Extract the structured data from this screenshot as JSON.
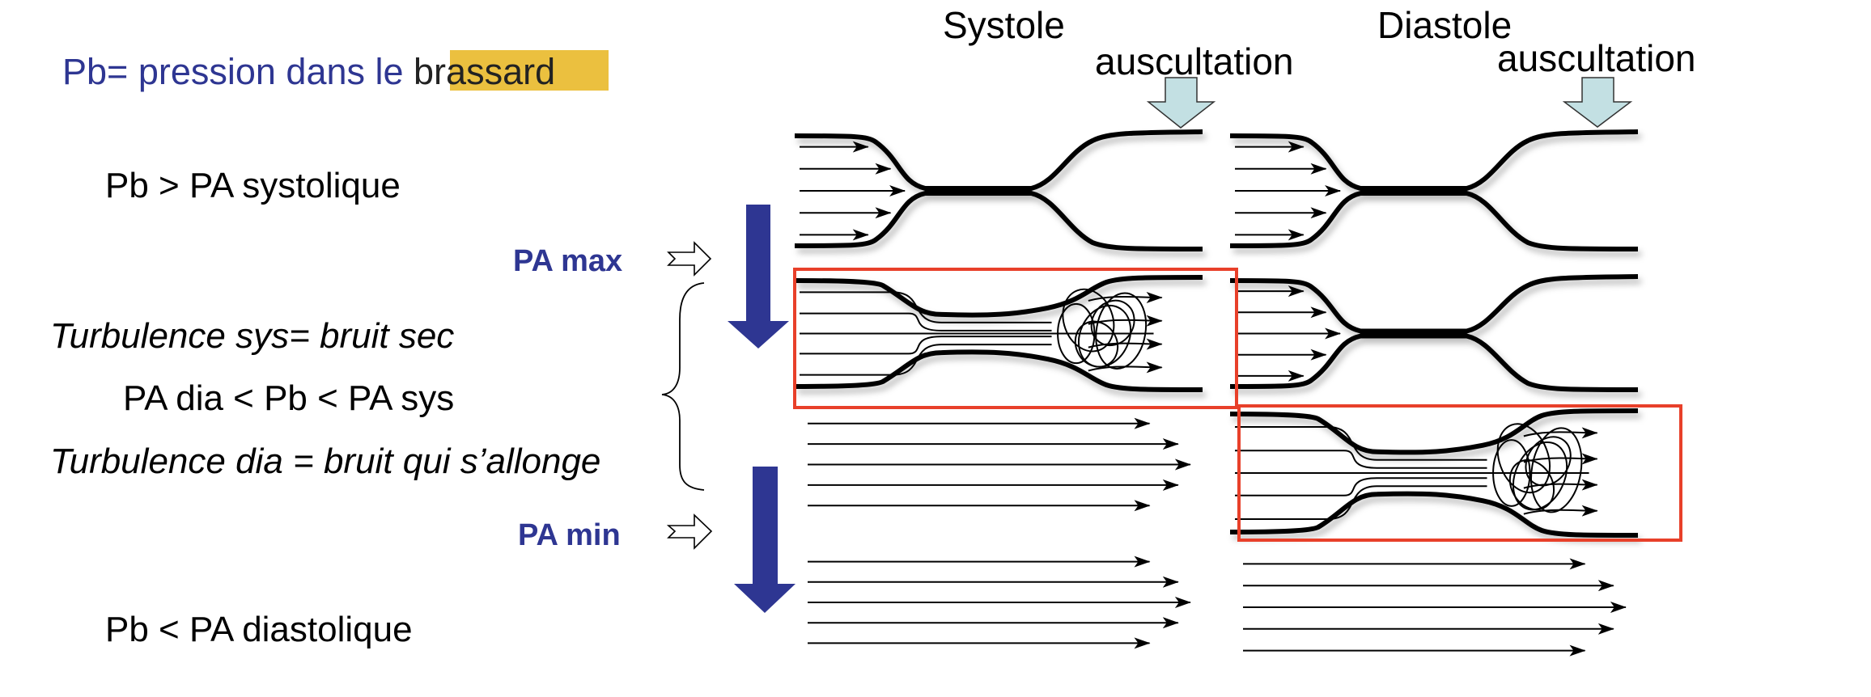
{
  "title": {
    "prefix": "Pb= pression dans le ",
    "highlight": "brassard"
  },
  "colors": {
    "blue": "#2E3692",
    "highlight": "#EBC03F",
    "red_box": "#E8402A",
    "ausc_arrow": "#C3E0E3",
    "text": "#000000"
  },
  "columns": {
    "systole": {
      "label": "Systole",
      "auscultation": "auscultation"
    },
    "diastole": {
      "label": "Diastole",
      "auscultation": "auscultation"
    }
  },
  "left_labels": {
    "pb_gt_sys": "Pb > PA systolique",
    "turb_sys": "Turbulence sys= bruit sec",
    "range": "PA dia < Pb < PA sys",
    "turb_dia": "Turbulence dia = bruit qui s’allonge",
    "pb_lt_dia": "Pb < PA diastolique"
  },
  "markers": {
    "pa_max": "PA max",
    "pa_min": "PA min"
  },
  "rows": [
    {
      "condition": "Pb > PA systolique",
      "systole": "occluded",
      "diastole": "occluded"
    },
    {
      "condition": "PA dia < Pb < PA sys (upper)",
      "systole": "turbulent",
      "diastole": "occluded"
    },
    {
      "condition": "PA dia < Pb < PA sys (lower)",
      "systole": "laminar",
      "diastole": "turbulent"
    },
    {
      "condition": "Pb < PA diastolique",
      "systole": "laminar",
      "diastole": "laminar"
    }
  ]
}
